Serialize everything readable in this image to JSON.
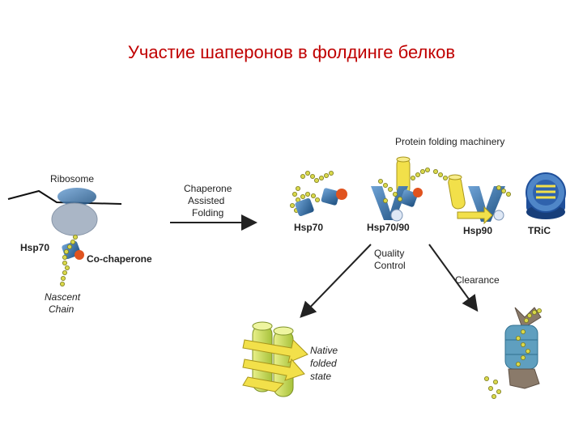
{
  "title": "Участие шаперонов в фолдинге белков",
  "colors": {
    "title": "#c00000",
    "bead": "#d9d84a",
    "hsp70": "#2e5e8c",
    "orange": "#e0531f",
    "yellow": "#f2e04a",
    "ribosome": "#a9b7c8",
    "tric": "#1f4f9a"
  },
  "labels": {
    "ribosome": "Ribosome",
    "hsp70_left": "Hsp70",
    "cochaperone": "Co-chaperone",
    "nascent1": "Nascent",
    "nascent2": "Chain",
    "assist1": "Chaperone",
    "assist2": "Assisted",
    "assist3": "Folding",
    "machinery": "Protein folding machinery",
    "hsp70": "Hsp70",
    "hsp7090": "Hsp70/90",
    "hsp90": "Hsp90",
    "tric": "TRiC",
    "quality1": "Quality",
    "quality2": "Control",
    "clearance": "Clearance",
    "native1": "Native",
    "native2": "folded",
    "native3": "state"
  }
}
